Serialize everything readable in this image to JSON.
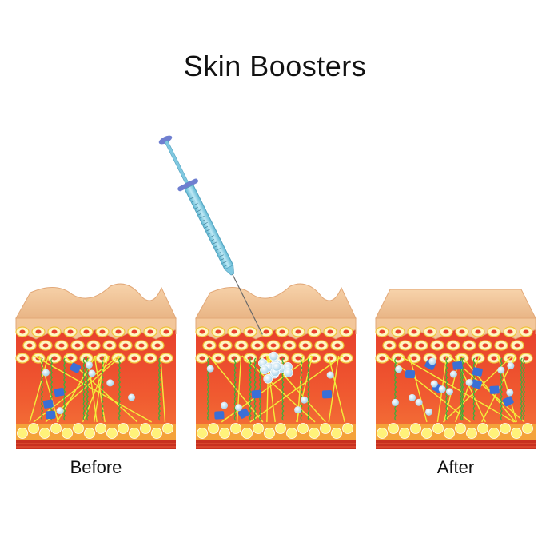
{
  "title": "Skin Boosters",
  "panels": [
    {
      "id": "before",
      "caption": "Before",
      "surface": "wrinkled"
    },
    {
      "id": "injection",
      "caption": "",
      "surface": "wrinkled"
    },
    {
      "id": "after",
      "caption": "After",
      "surface": "smooth"
    }
  ],
  "colors": {
    "epidermis": "#f3c79a",
    "epidermis_shade": "#e2a878",
    "dermis": "#e8402c",
    "dermis_light": "#f26a35",
    "fat": "#fff27a",
    "collagen": "#f2ee3a",
    "elastin": "#3fae3a",
    "fibroblast": "#3a6fd6",
    "hyaluronic_droplet": "#cfe6f5",
    "syringe_barrel": "#8fd3e6",
    "syringe_plunger": "#6f7fd0"
  },
  "icons": {
    "syringe": "syringe-icon",
    "droplet": "hyaluronic-droplet-icon"
  }
}
